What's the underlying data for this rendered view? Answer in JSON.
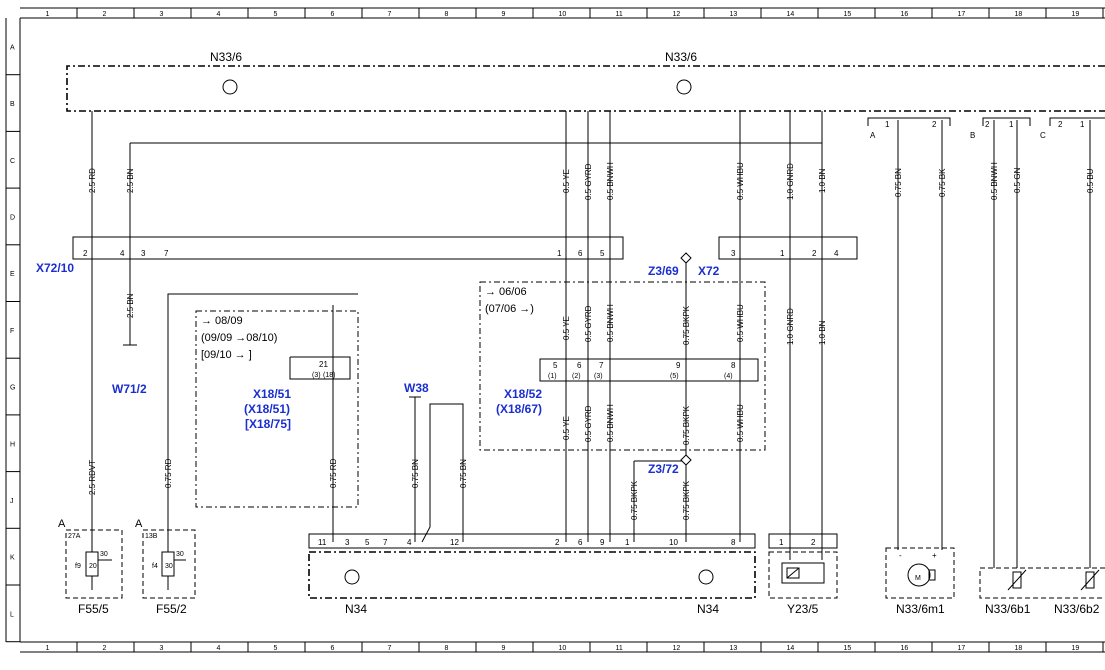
{
  "grid": {
    "cols": [
      "1",
      "2",
      "3",
      "4",
      "5",
      "6",
      "7",
      "8",
      "9",
      "10",
      "11",
      "12",
      "13",
      "14",
      "15",
      "16",
      "17",
      "18",
      "19"
    ],
    "rows": [
      "A",
      "B",
      "C",
      "D",
      "E",
      "F",
      "G",
      "H",
      "J",
      "K",
      "L"
    ]
  },
  "components": {
    "n33_6_left": "N33/6",
    "n33_6_right": "N33/6",
    "n34_left": "N34",
    "n34_right": "N34",
    "f55_5": "F55/5",
    "f55_2": "F55/2",
    "y23_5": "Y23/5",
    "n33_6m1": "N33/6m1",
    "n33_6b1": "N33/6b1",
    "n33_6b2": "N33/6b2"
  },
  "blue_labels": {
    "x72_10": "X72/10",
    "w71_2": "W71/2",
    "x18_51": "X18/51",
    "x18_51_b": "(X18/51)",
    "x18_75": "[X18/75]",
    "w38": "W38",
    "x18_52": "X18/52",
    "x18_67": "(X18/67)",
    "z3_69": "Z3/69",
    "x72": "X72",
    "z3_72": "Z3/72"
  },
  "wires": {
    "w1": "2.5 RD",
    "w2": "2.5 BN",
    "w3": "0.5 YE",
    "w4": "0.5 GYRD",
    "w5": "0.5 BNWH",
    "w6": "0.5 WHBU",
    "w7": "1.0 GNRD",
    "w8": "1.0 BN",
    "w9": "0.75 BN",
    "w10": "0.75 BK",
    "w11": "0.5 BNWH",
    "w12": "0.5 GN",
    "w13": "0.5 BU",
    "w14": "2.5 BN",
    "w15": "0.5 YE",
    "w16": "0.5 GYRD",
    "w17": "0.5 BNWH",
    "w18": "0.75 BKPK",
    "w19": "0.5 WHBU",
    "w20": "1.0 GNRD",
    "w21": "1.0 BN",
    "w22": "0.5 YE",
    "w23": "0.5 GYRD",
    "w24": "0.5 BNWH",
    "w25": "0.75 BKPK",
    "w26": "0.5 WHBU",
    "w27": "2.5 RDVT",
    "w28": "0.75 RD",
    "w29": "0.75 RD",
    "w30": "0.75 BN",
    "w31": "0.75 BN",
    "w32": "0.75 BKPK",
    "w33": "0.75 BKPK"
  },
  "notes": {
    "n1": "→ 08/09",
    "n2": "(09/09 →08/10)",
    "n3": "[09/10 → ]",
    "n4": "→ 06/06",
    "n5": "(07/06 →)"
  },
  "pins": {
    "p_x72_10": [
      "2",
      "4",
      "3",
      "7",
      "1",
      "6",
      "5"
    ],
    "p_x72": [
      "3",
      "1",
      "2",
      "4"
    ],
    "p_x1851": [
      "21",
      "(3)",
      "(18)"
    ],
    "p_x1852": [
      "5",
      "6",
      "7",
      "9",
      "8",
      "(1)",
      "(2)",
      "(3)",
      "(5)",
      "(4)"
    ],
    "p_n34": [
      "11",
      "3",
      "5",
      "7",
      "4",
      "12",
      "2",
      "6",
      "9",
      "1",
      "10",
      "8"
    ],
    "p_y235": [
      "1",
      "2"
    ],
    "p_abc": [
      "A",
      "B",
      "C",
      "1",
      "2",
      "2",
      "1",
      "2",
      "1"
    ],
    "p_misc": [
      "-",
      "+"
    ]
  },
  "fuses": {
    "f1_slot": "27A",
    "f1_letter": "A",
    "f1_name": "f9",
    "f1_amp": "20",
    "f1_pin": "30",
    "f2_slot": "13B",
    "f2_letter": "A",
    "f2_name": "f4",
    "f2_amp": "30",
    "f2_pin": "30"
  },
  "symbols": {
    "motor_letter": "M"
  }
}
